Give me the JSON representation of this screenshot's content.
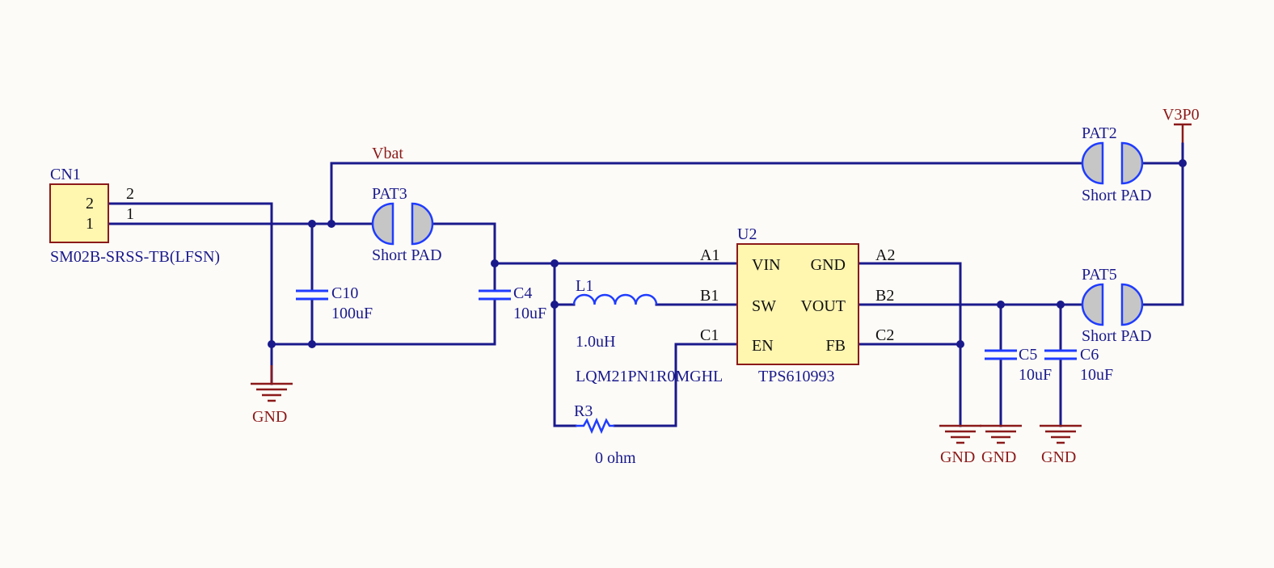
{
  "nets": {
    "vbat": "Vbat",
    "v3p0": "V3P0",
    "gnd": "GND"
  },
  "cn1": {
    "ref": "CN1",
    "value": "SM02B-SRSS-TB(LFSN)",
    "pins": [
      "2",
      "1"
    ]
  },
  "pat3": {
    "ref": "PAT3",
    "value": "Short PAD"
  },
  "pat2": {
    "ref": "PAT2",
    "value": "Short PAD"
  },
  "pat5": {
    "ref": "PAT5",
    "value": "Short PAD"
  },
  "c10": {
    "ref": "C10",
    "value": "100uF"
  },
  "c4": {
    "ref": "C4",
    "value": "10uF"
  },
  "c5": {
    "ref": "C5",
    "value": "10uF"
  },
  "c6": {
    "ref": "C6",
    "value": "10uF"
  },
  "l1": {
    "ref": "L1",
    "value": "1.0uH",
    "part": "LQM21PN1R0MGHL"
  },
  "r3": {
    "ref": "R3",
    "value": "0 ohm"
  },
  "u2": {
    "ref": "U2",
    "value": "TPS610993",
    "pins_left": [
      {
        "num": "A1",
        "name": "VIN"
      },
      {
        "num": "B1",
        "name": "SW"
      },
      {
        "num": "C1",
        "name": "EN"
      }
    ],
    "pins_right": [
      {
        "num": "A2",
        "name": "GND"
      },
      {
        "num": "B2",
        "name": "VOUT"
      },
      {
        "num": "C2",
        "name": "FB"
      }
    ]
  },
  "colors": {
    "wire": "#1a1a8c",
    "component": "#1f3cff",
    "net_label": "#8b1a1a",
    "ic_fill": "#fff6b0",
    "ic_border": "#8b1a1a",
    "pad_fill": "#c6c6c6",
    "background": "#fdfbf7"
  }
}
